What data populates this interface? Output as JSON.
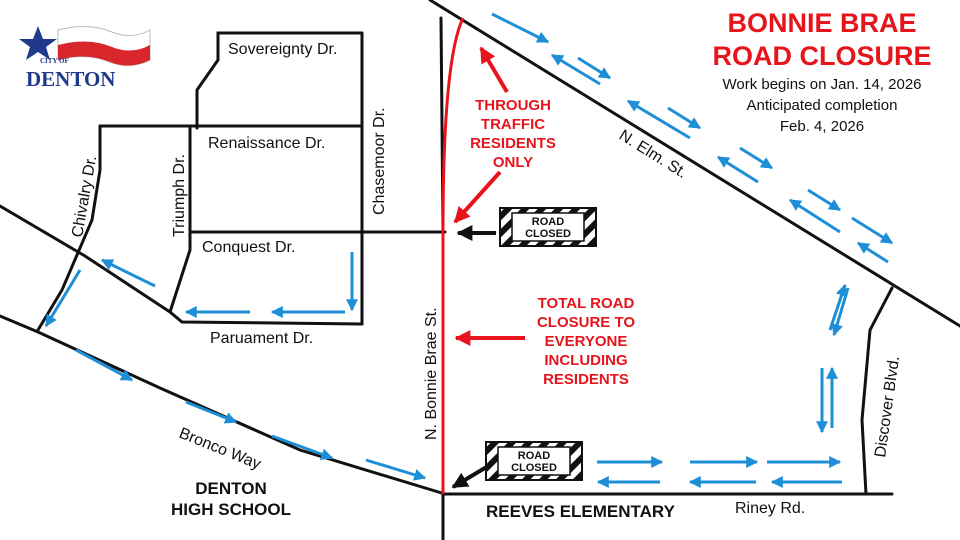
{
  "logo": {
    "city_small": "CITY OF",
    "name": "DENTON"
  },
  "title": {
    "line1": "BONNIE BRAE",
    "line2": "ROAD CLOSURE"
  },
  "schedule": {
    "line1": "Work begins on Jan. 14, 2026",
    "line2": "Anticipated completion",
    "line3": "Feb. 4, 2026"
  },
  "streets": {
    "sovereignty": "Sovereignty Dr.",
    "renaissance": "Renaissance Dr.",
    "conquest": "Conquest Dr.",
    "paruament": "Paruament Dr.",
    "chasemoor": "Chasemoor Dr.",
    "triumph": "Triumph Dr.",
    "chivalry": "Chivalry Dr.",
    "bonnie_brae": "N. Bonnie Brae St.",
    "elm": "N. Elm. St.",
    "discover": "Discover Blvd.",
    "bronco": "Bronco Way",
    "riney": "Riney Rd."
  },
  "landmarks": {
    "high_school_line1": "DENTON",
    "high_school_line2": "HIGH SCHOOL",
    "elementary": "REEVES ELEMENTARY"
  },
  "callouts": {
    "through": [
      "THROUGH",
      "TRAFFIC",
      "RESIDENTS",
      "ONLY"
    ],
    "total": [
      "TOTAL ROAD",
      "CLOSURE TO",
      "EVERYONE",
      "INCLUDING",
      "RESIDENTS"
    ]
  },
  "signs": {
    "top": [
      "ROAD",
      "CLOSED"
    ],
    "bottom": [
      "ROAD",
      "CLOSED"
    ]
  },
  "colors": {
    "closure_red": "#e8141c",
    "detour_blue": "#1e8fd6",
    "road_black": "#111111",
    "logo_blue": "#1f3a8a"
  }
}
